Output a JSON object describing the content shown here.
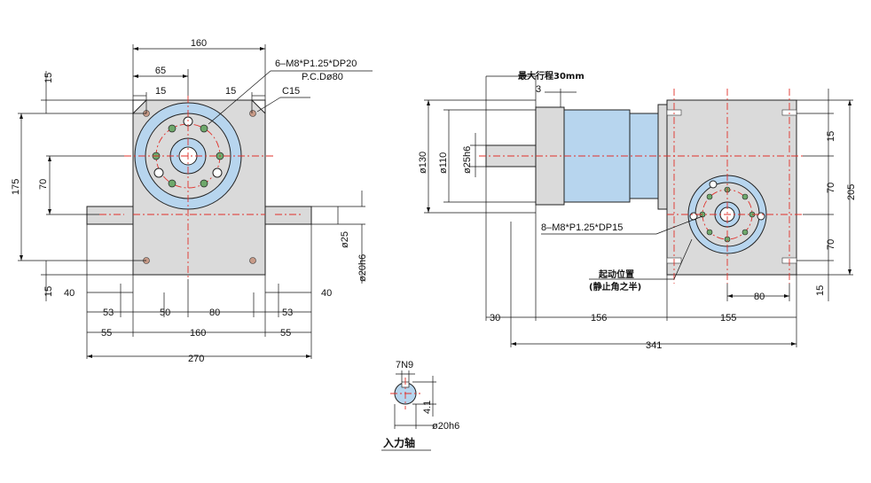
{
  "colors": {
    "housing": "#dadada",
    "flange_blue": "#b7d5ee",
    "hole_green": "#6ea86b",
    "center_line": "#e0302a",
    "line": "#111111"
  },
  "front_view": {
    "dims": {
      "d160_top": "160",
      "d65": "65",
      "d15_a": "15",
      "d15_b": "15",
      "d15_left": "15",
      "d175": "175",
      "d70": "70",
      "d15_bottom": "15",
      "d40_left": "40",
      "d40_right": "40",
      "d53_left": "53",
      "d50": "50",
      "d80": "80",
      "d53_right": "53",
      "d55_left": "55",
      "d160_bottom": "160",
      "d55_right": "55",
      "d270": "270",
      "d25": "ø25",
      "d20h6": "ø20h6"
    },
    "note_holes": "6–M8*P1.25*DP20",
    "note_pcd": "P.C.Dø80",
    "note_chamfer": "C15"
  },
  "side_view": {
    "dims": {
      "stroke": "最大行程30mm",
      "d3": "3",
      "d130": "ø130",
      "d110": "ø110",
      "d25h6": "ø25h6",
      "d15_top": "15",
      "d70_a": "70",
      "d205": "205",
      "d70_b": "70",
      "d80": "80",
      "d15_bottom": "15",
      "d30": "30",
      "d156": "156",
      "d155": "155",
      "d341": "341"
    },
    "note_holes": "8–M8*P1.25*DP15",
    "note_start_1": "起动位置",
    "note_start_2": "(静止角之半)"
  },
  "input_shaft": {
    "key": "7N9",
    "depth": "4.1",
    "diameter": "ø20h6",
    "title": "入力轴"
  }
}
